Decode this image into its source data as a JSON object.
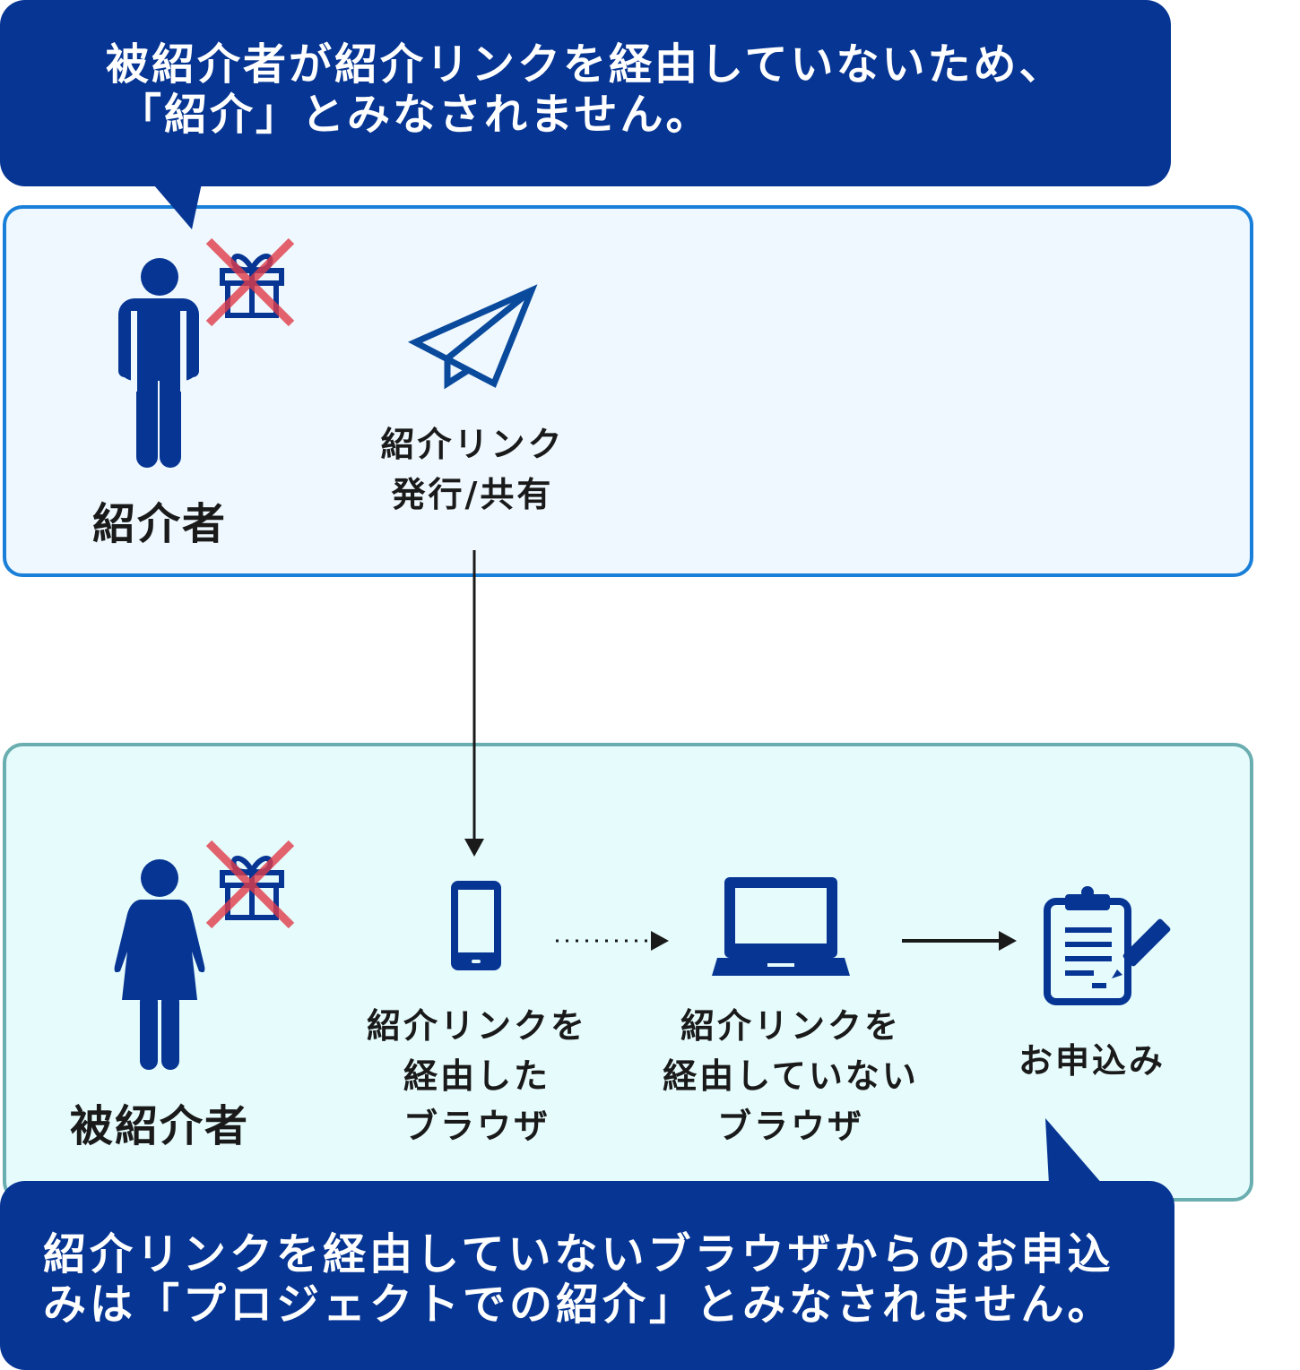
{
  "colors": {
    "navy": "#063593",
    "icon_blue": "#0a4a9c",
    "top_panel_border": "#1a7fd8",
    "top_panel_bg": "#eef8fe",
    "bottom_panel_border": "#6aaeb0",
    "bottom_panel_bg": "#e6fbfc",
    "cross_red": "#e03c4a"
  },
  "top_callout": {
    "lines": [
      "被紹介者が紹介リンクを経由していないため、",
      "「紹介」とみなされません。"
    ]
  },
  "referrer_section": {
    "person_label": "紹介者",
    "person_icon": "man-icon",
    "gift_icon": "gift-crossed-icon",
    "link_icon": "paper-plane-icon",
    "link_label": [
      "紹介リンク",
      "発行/共有"
    ]
  },
  "referee_section": {
    "person_label": "被紹介者",
    "person_icon": "woman-icon",
    "gift_icon": "gift-crossed-icon",
    "steps": [
      {
        "icon": "smartphone-icon",
        "label": [
          "紹介リンクを",
          "経由した",
          "ブラウザ"
        ]
      },
      {
        "icon": "laptop-icon",
        "label": [
          "紹介リンクを",
          "経由していない",
          "ブラウザ"
        ]
      },
      {
        "icon": "clipboard-form-icon",
        "label": [
          "お申込み"
        ]
      }
    ]
  },
  "bottom_callout": {
    "lines": [
      "紹介リンクを経由していないブラウザからのお申込",
      "みは「プロジェクトでの紹介」とみなされません。"
    ]
  }
}
